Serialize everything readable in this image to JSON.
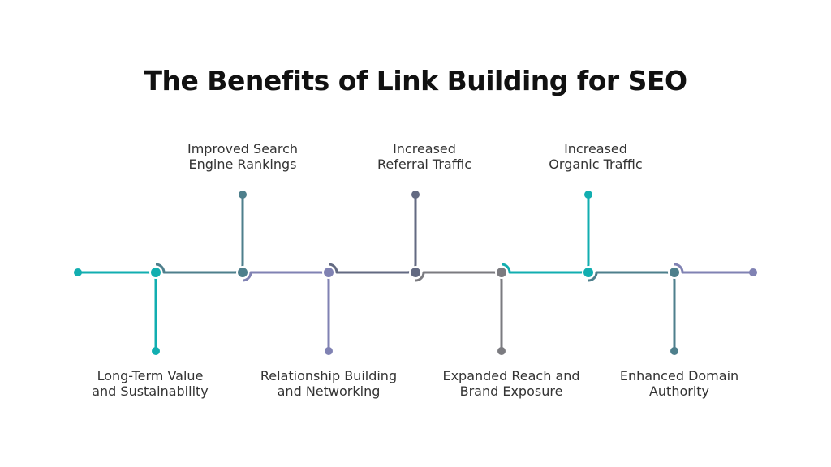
{
  "title": "The Benefits of Link Building for SEO",
  "colors": {
    "teal": "#12aeb0",
    "slate_teal": "#4e7f8c",
    "purple": "#8082b3",
    "dark_slate": "#636a82",
    "gray": "#7b7b80"
  },
  "benefits": [
    {
      "lines": [
        "Long-Term Value",
        "and Sustainability"
      ],
      "direction": "down",
      "color": "#12aeb0"
    },
    {
      "lines": [
        "Improved Search",
        "Engine Rankings"
      ],
      "direction": "up",
      "color": "#4e7f8c"
    },
    {
      "lines": [
        "Relationship Building",
        "and Networking"
      ],
      "direction": "down",
      "color": "#8082b3"
    },
    {
      "lines": [
        "Increased",
        "Referral Traffic"
      ],
      "direction": "up",
      "color": "#636a82"
    },
    {
      "lines": [
        "Expanded Reach and",
        "Brand Exposure"
      ],
      "direction": "down",
      "color": "#7b7b80"
    },
    {
      "lines": [
        "Increased",
        "Organic Traffic"
      ],
      "direction": "up",
      "color": "#12aeb0"
    },
    {
      "lines": [
        "Enhanced Domain",
        "Authority"
      ],
      "direction": "down",
      "color": "#4e7f8c"
    }
  ],
  "end_color": "#8082b3"
}
